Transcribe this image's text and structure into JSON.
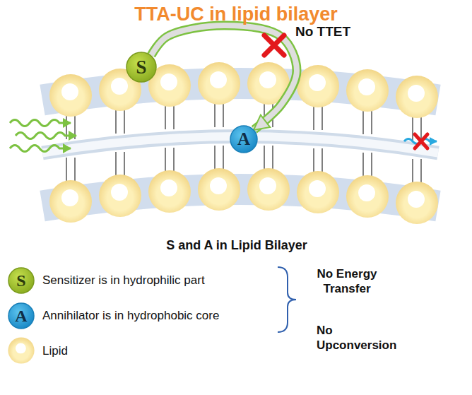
{
  "diagram": {
    "title": "TTA-UC in lipid bilayer",
    "nodes": [
      {
        "text": [
          "S"
        ]
      },
      {
        "text": [
          "A"
        ]
      },
      {
        "text": [
          "S"
        ]
      },
      {
        "text": [
          "A"
        ]
      }
    ],
    "edges": [
      {
        "from": 0,
        "to": 1,
        "arrow": "to",
        "label": "No TTET"
      }
    ],
    "labels": [
      "S and A in Lipid Bilayer",
      "No Energy Transfer",
      "No Upconversion"
    ],
    "legend": [
      {
        "text": "Sensitizer is in hydrophilic part"
      },
      {
        "text": "Annihilator is in hydrophobic core"
      },
      {
        "text": "Lipid"
      }
    ]
  }
}
